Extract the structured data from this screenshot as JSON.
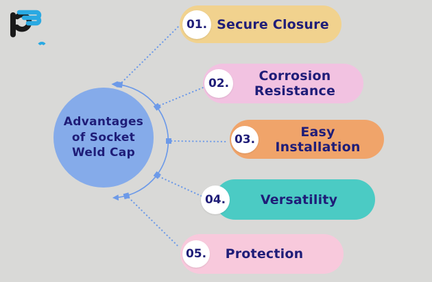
{
  "page": {
    "background_color": "#d9d9d7",
    "text_color": "#1f1d78"
  },
  "logo": {
    "letters": "pm",
    "blue_color": "#2aa9e2",
    "black_color": "#1a1a1a"
  },
  "center": {
    "title": "Advantages\nof Socket\nWeld Cap",
    "fill_color": "#85abea",
    "text_color": "#1f1d78"
  },
  "connector": {
    "color": "#6d9ae8"
  },
  "items": [
    {
      "number": "01.",
      "label": "Secure Closure",
      "color": "#f1d28e"
    },
    {
      "number": "02.",
      "label": "Corrosion Resistance",
      "color": "#f2c2e1"
    },
    {
      "number": "03.",
      "label": "Easy Installation",
      "color": "#f0a46a"
    },
    {
      "number": "04.",
      "label": "Versatility",
      "color": "#4bcbc4"
    },
    {
      "number": "05.",
      "label": "Protection",
      "color": "#f8c9dc"
    }
  ]
}
